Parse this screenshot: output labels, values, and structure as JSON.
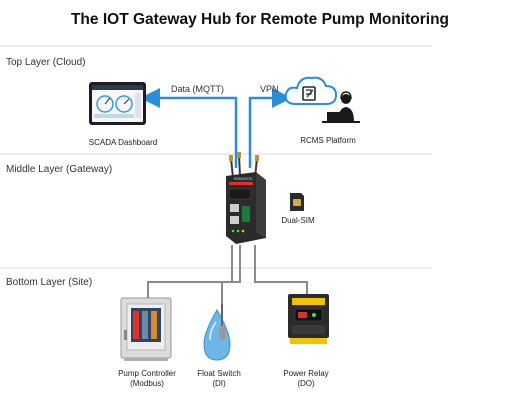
{
  "title": "The IOT Gateway Hub for Remote Pump Monitoring",
  "layers": {
    "top": "Top Layer (Cloud)",
    "middle": "Middle Layer (Gateway)",
    "bottom": "Bottom Layer (Site)"
  },
  "flows": {
    "mqtt": "Data (MQTT)",
    "vpn": "VPN"
  },
  "nodes": {
    "scada": "SCADA Dashboard",
    "rcms": "RCMS Platform",
    "dual_sim": "Dual-SIM",
    "pump_controller": [
      "Pump Controller",
      "(Modbus)"
    ],
    "float_switch": [
      "Float Switch",
      "(DI)"
    ],
    "power_relay": [
      "Power Relay",
      "(DO)"
    ]
  },
  "device_brand": "ROBUSTEL",
  "colors": {
    "arrow": "#2a8fd6",
    "separator": "#d8d8d8",
    "cable": "#8a8a8a",
    "cloud": "#2a8fd6",
    "device_body": "#2b2b2b",
    "device_accent": "#e0322b",
    "relay_accent": "#f2c200"
  }
}
